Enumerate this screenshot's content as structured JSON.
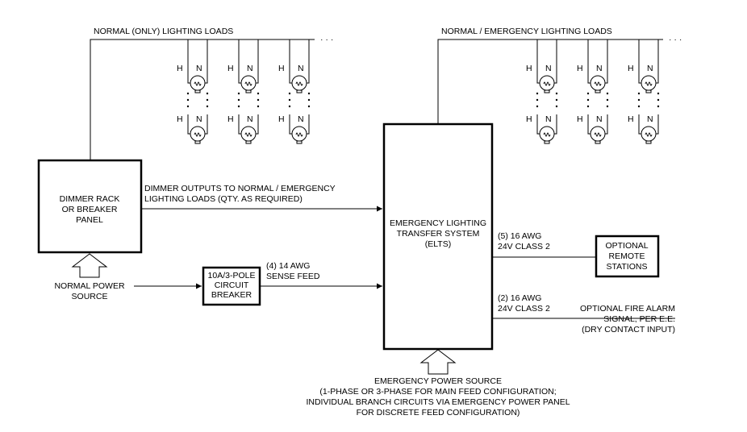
{
  "groups": {
    "normal_only": {
      "label": "NORMAL (ONLY) LIGHTING LOADS",
      "ellipsis": "· · ·"
    },
    "normal_emergency": {
      "label": "NORMAL / EMERGENCY LIGHTING LOADS",
      "ellipsis": "· · ·"
    }
  },
  "fixture": {
    "hot": "H",
    "neutral": "N"
  },
  "dimmer": {
    "lines": [
      "DIMMER RACK",
      "OR BREAKER",
      "PANEL"
    ]
  },
  "normal_power": {
    "lines": [
      "NORMAL POWER",
      "SOURCE"
    ]
  },
  "dimmer_outputs": {
    "lines": [
      "DIMMER OUTPUTS TO NORMAL / EMERGENCY",
      "LIGHTING LOADS (QTY. AS REQUIRED)"
    ]
  },
  "breaker": {
    "lines": [
      "10A/3-POLE",
      "CIRCUIT",
      "BREAKER"
    ]
  },
  "sense_feed": {
    "lines": [
      "(4) 14 AWG",
      "SENSE FEED"
    ]
  },
  "elts": {
    "lines": [
      "EMERGENCY LIGHTING",
      "TRANSFER SYSTEM",
      "(ELTS)"
    ]
  },
  "remote_wire": {
    "lines": [
      "(5) 16 AWG",
      "24V CLASS 2"
    ]
  },
  "remote": {
    "lines": [
      "OPTIONAL",
      "REMOTE",
      "STATIONS"
    ]
  },
  "fire_wire": {
    "lines": [
      "(2) 16 AWG",
      "24V CLASS 2"
    ]
  },
  "fire_alarm": {
    "lines": [
      "OPTIONAL FIRE ALARM",
      "SIGNAL, PER E.E.",
      "(DRY CONTACT INPUT)"
    ]
  },
  "emergency_power": {
    "lines": [
      "EMERGENCY POWER SOURCE",
      "(1-PHASE OR 3-PHASE FOR MAIN FEED CONFIGURATION;",
      "INDIVIDUAL BRANCH CIRCUITS VIA EMERGENCY POWER PANEL",
      "FOR DISCRETE FEED CONFIGURATION)"
    ]
  }
}
